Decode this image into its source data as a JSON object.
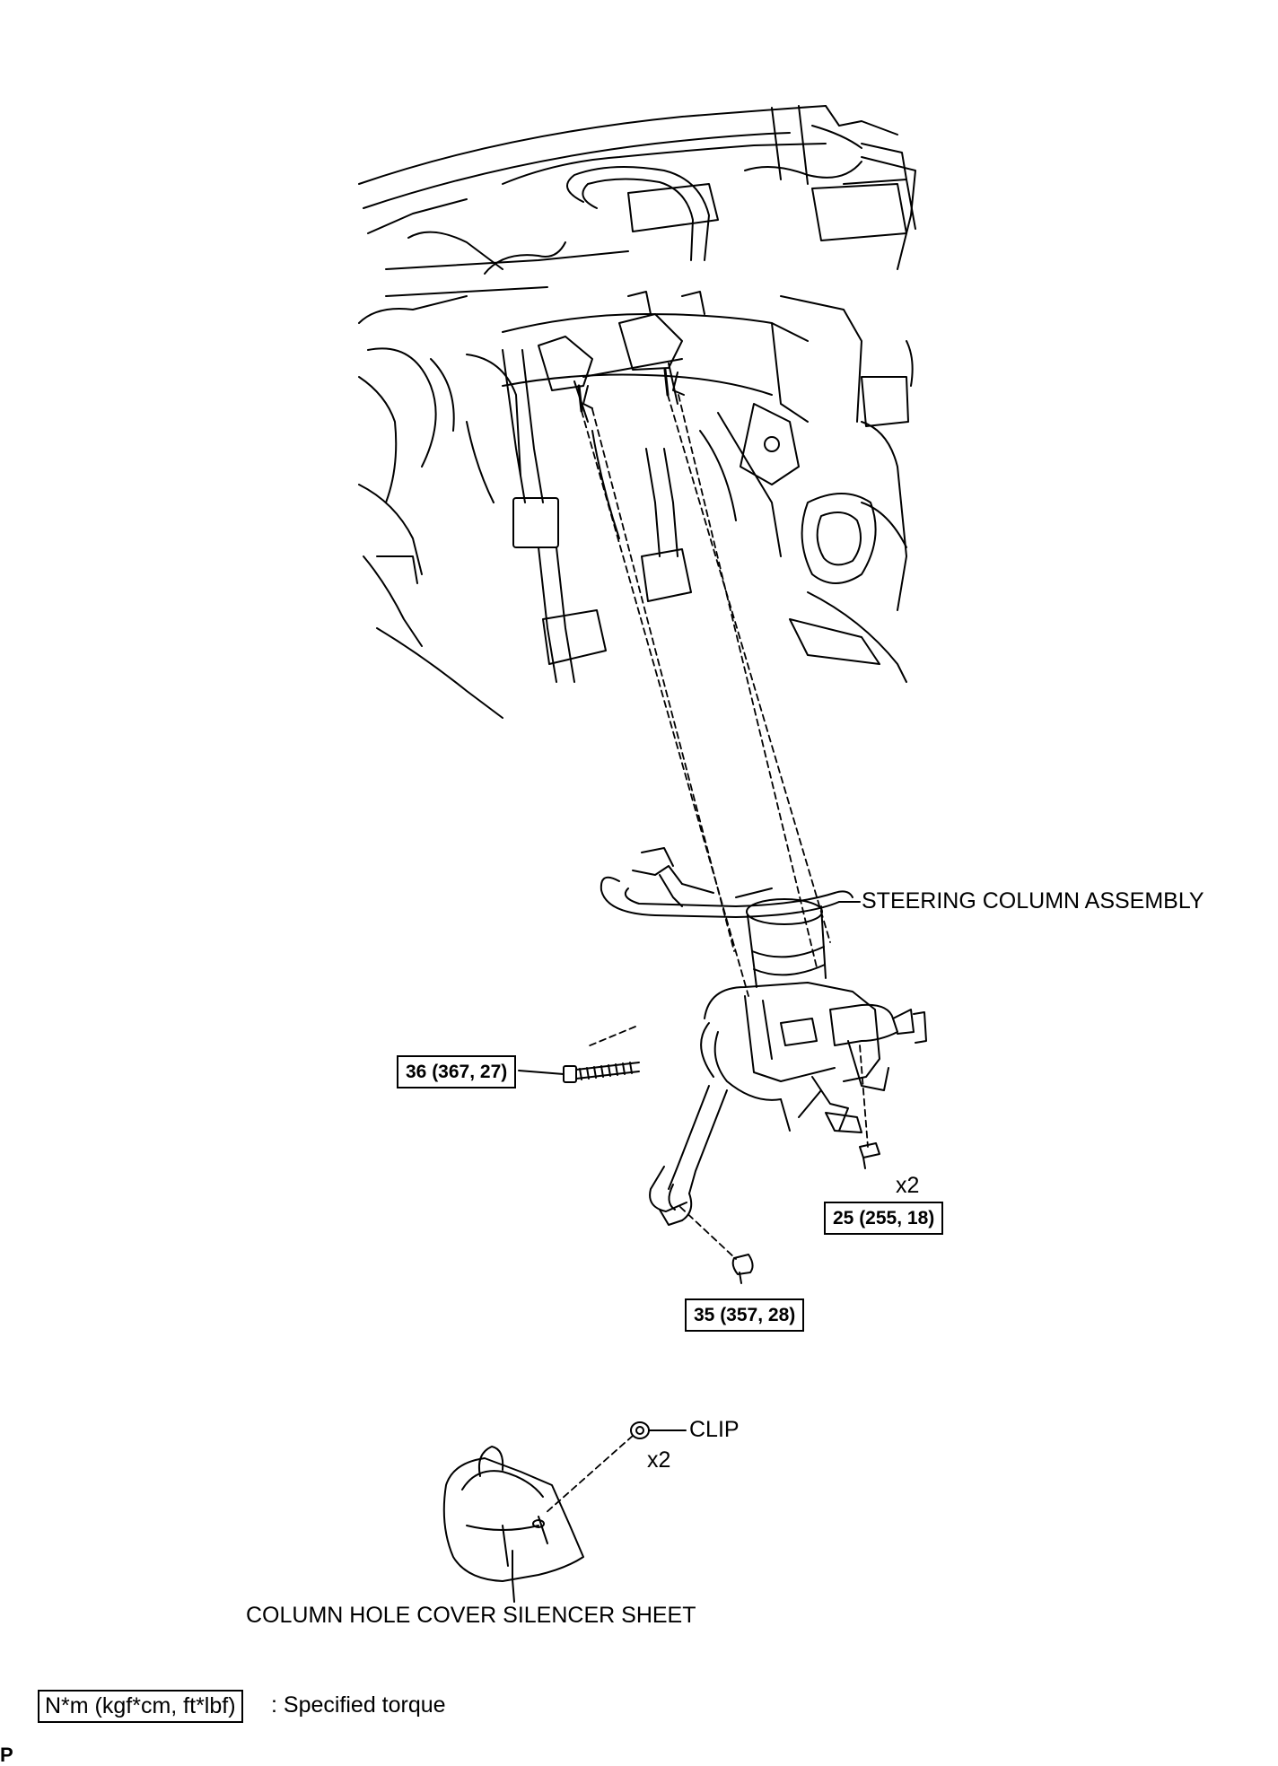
{
  "labels": {
    "steering_column": "STEERING COLUMN ASSEMBLY",
    "clip": "CLIP",
    "clip_qty": "x2",
    "bolt_qty": "x2",
    "silencer_sheet": "COLUMN HOLE COVER SILENCER SHEET"
  },
  "torques": {
    "bolt_long": "36 (367, 27)",
    "nut_upper": "25 (255, 18)",
    "bolt_joint": "35 (357, 28)"
  },
  "legend": {
    "box": "N*m (kgf*cm, ft*lbf)",
    "text": ": Specified torque"
  },
  "corner_mark": "P"
}
